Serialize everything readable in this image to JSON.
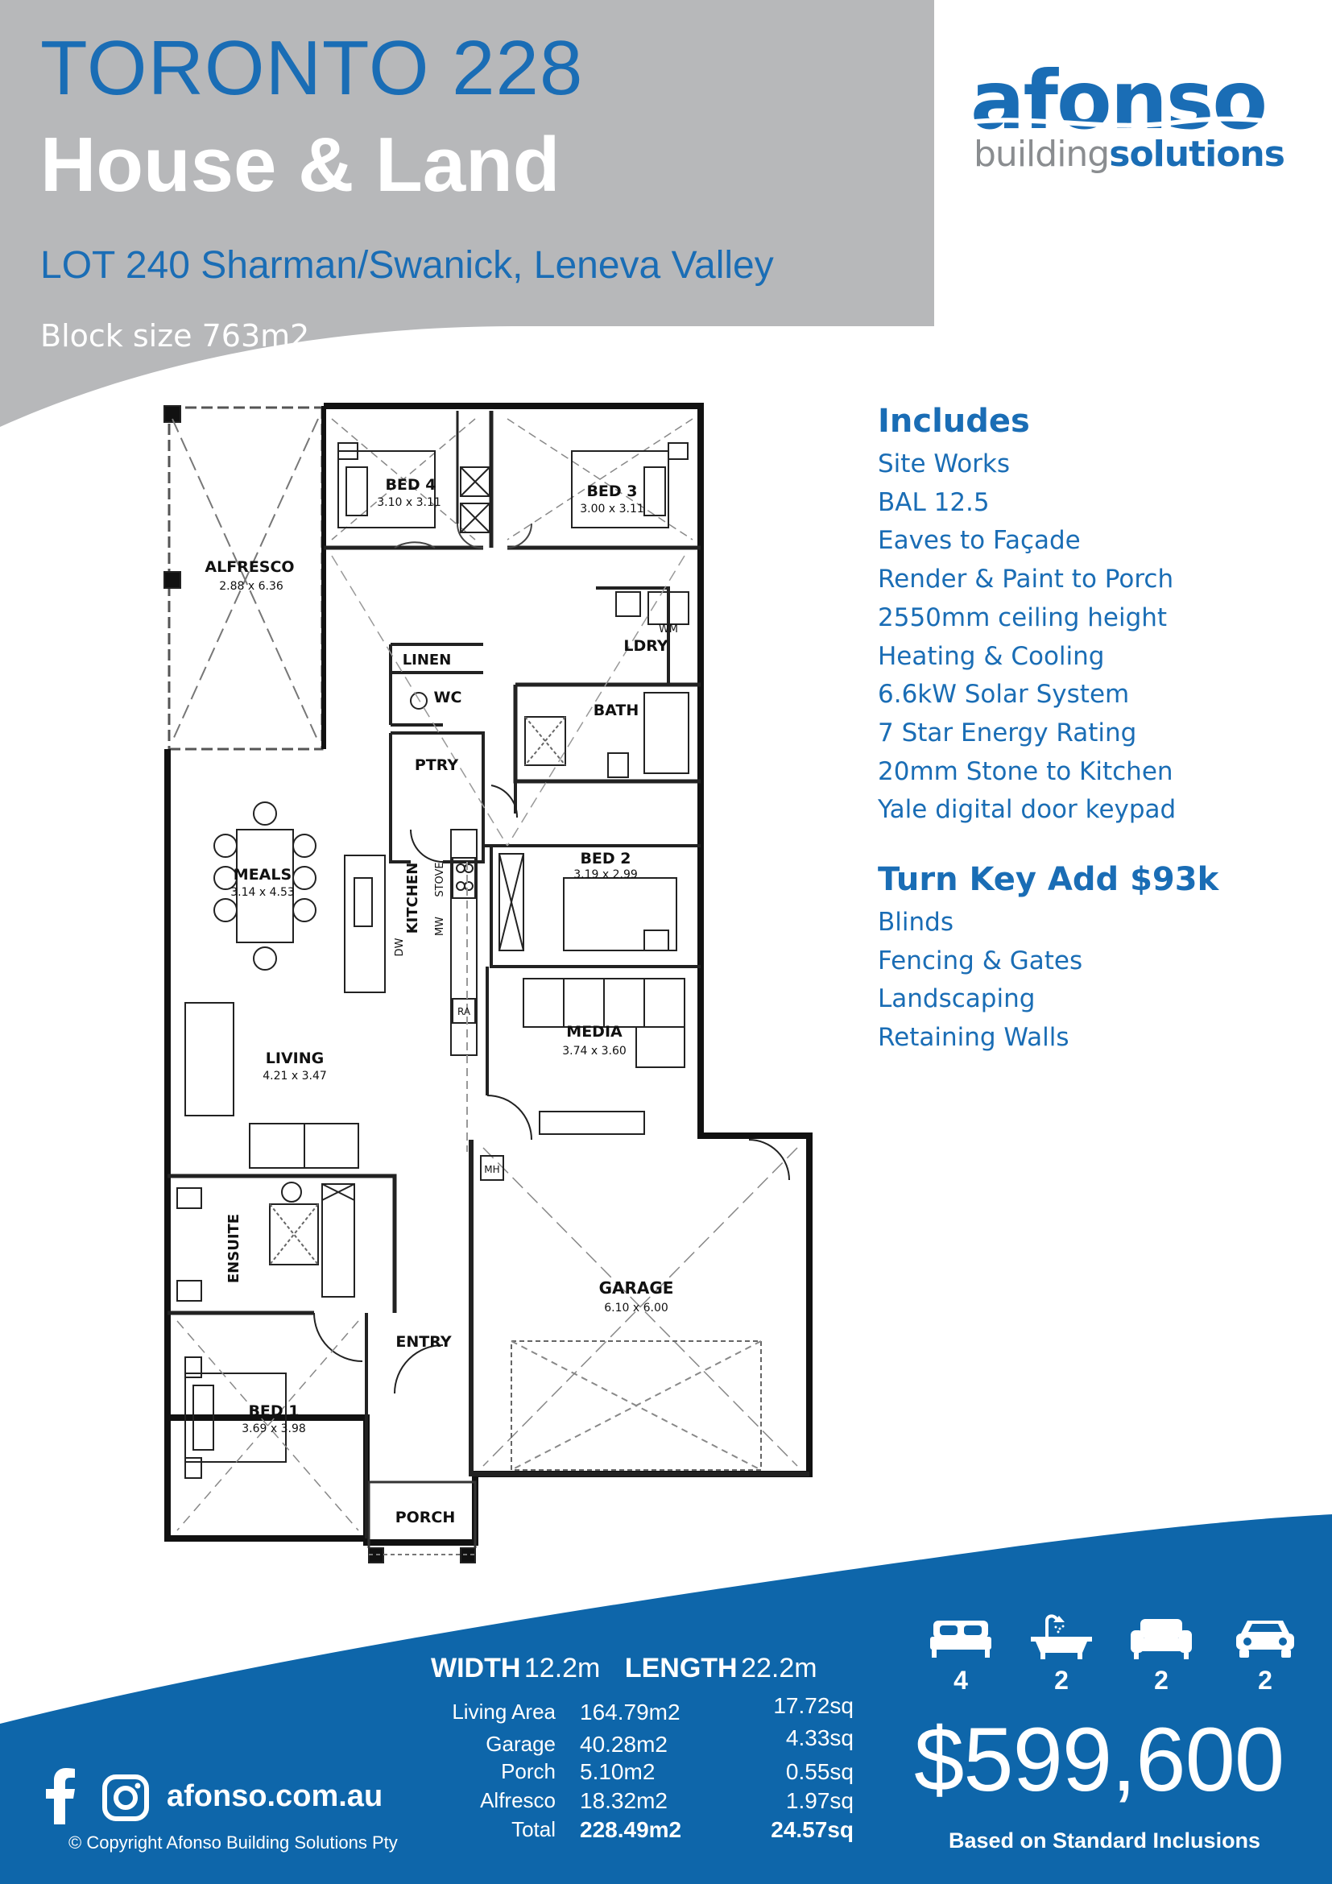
{
  "header": {
    "model": "TORONTO 228",
    "product": "House & Land",
    "lot": "LOT 240 Sharman/Swanick, Leneva Valley",
    "block_size": "Block size 763m2"
  },
  "logo": {
    "word": "afonso",
    "tag_part1": "building",
    "tag_part2": "solutions"
  },
  "includes": {
    "heading": "Includes",
    "items": [
      "Site Works",
      "BAL 12.5",
      "Eaves to Façade",
      "Render & Paint to Porch",
      "2550mm ceiling height",
      "Heating & Cooling",
      "6.6kW Solar System",
      "7 Star Energy Rating",
      "20mm Stone to Kitchen",
      "Yale digital door keypad"
    ]
  },
  "turnkey": {
    "heading": "Turn Key Add $93k",
    "items": [
      "Blinds",
      "Fencing & Gates",
      "Landscaping",
      "Retaining Walls"
    ]
  },
  "plan": {
    "rooms": {
      "alfresco": {
        "name": "ALFRESCO",
        "size": "2.88 x 6.36"
      },
      "bed4": {
        "name": "BED 4",
        "size": "3.10 x 3.11"
      },
      "bed3": {
        "name": "BED 3",
        "size": "3.00 x 3.11"
      },
      "wm": "WM",
      "ldry": "LDRY",
      "linen": "LINEN",
      "wc": "WC",
      "bath": "BATH",
      "ptry": "PTRY",
      "meals": {
        "name": "MEALS",
        "size": "3.14 x 4.53"
      },
      "kitchen": "KITCHEN",
      "stove": "STOVE",
      "mw": "MW",
      "dw": "DW",
      "ra": "RA",
      "bed2": {
        "name": "BED 2",
        "size": "3.19 x 2.99"
      },
      "media": {
        "name": "MEDIA",
        "size": "3.74 x 3.60"
      },
      "living": {
        "name": "LIVING",
        "size": "4.21 x 3.47"
      },
      "mh": "MH",
      "ensuite": "ENSUITE",
      "garage": {
        "name": "GARAGE",
        "size": "6.10 x 6.00"
      },
      "entry": "ENTRY",
      "bed1": {
        "name": "BED 1",
        "size": "3.69 x 3.98"
      },
      "porch": "PORCH"
    }
  },
  "dimensions": {
    "width_label": "WIDTH",
    "width_value": "12.2m",
    "length_label": "LENGTH",
    "length_value": "22.2m"
  },
  "areas": [
    {
      "label": "Living Area",
      "m2": "164.79m2",
      "sq": "17.72sq"
    },
    {
      "label": "Garage",
      "m2": "40.28m2",
      "sq": "4.33sq"
    },
    {
      "label": "Porch",
      "m2": "5.10m2",
      "sq": "0.55sq"
    },
    {
      "label": "Alfresco",
      "m2": "18.32m2",
      "sq": "1.97sq"
    },
    {
      "label": "Total",
      "m2": "228.49m2",
      "sq": "24.57sq"
    }
  ],
  "features": [
    {
      "icon": "bed-icon",
      "count": "4"
    },
    {
      "icon": "bath-icon",
      "count": "2"
    },
    {
      "icon": "sofa-icon",
      "count": "2"
    },
    {
      "icon": "car-icon",
      "count": "2"
    }
  ],
  "price": {
    "value": "$599,600",
    "note": "Based on Standard Inclusions"
  },
  "footer": {
    "website": "afonso.com.au",
    "copyright": "© Copyright Afonso Building Solutions Pty"
  },
  "colors": {
    "brand_blue": "#1a6db5",
    "footer_blue": "#0e66aa",
    "header_grey": "#b7b8ba",
    "logo_grey": "#8a8d90"
  }
}
